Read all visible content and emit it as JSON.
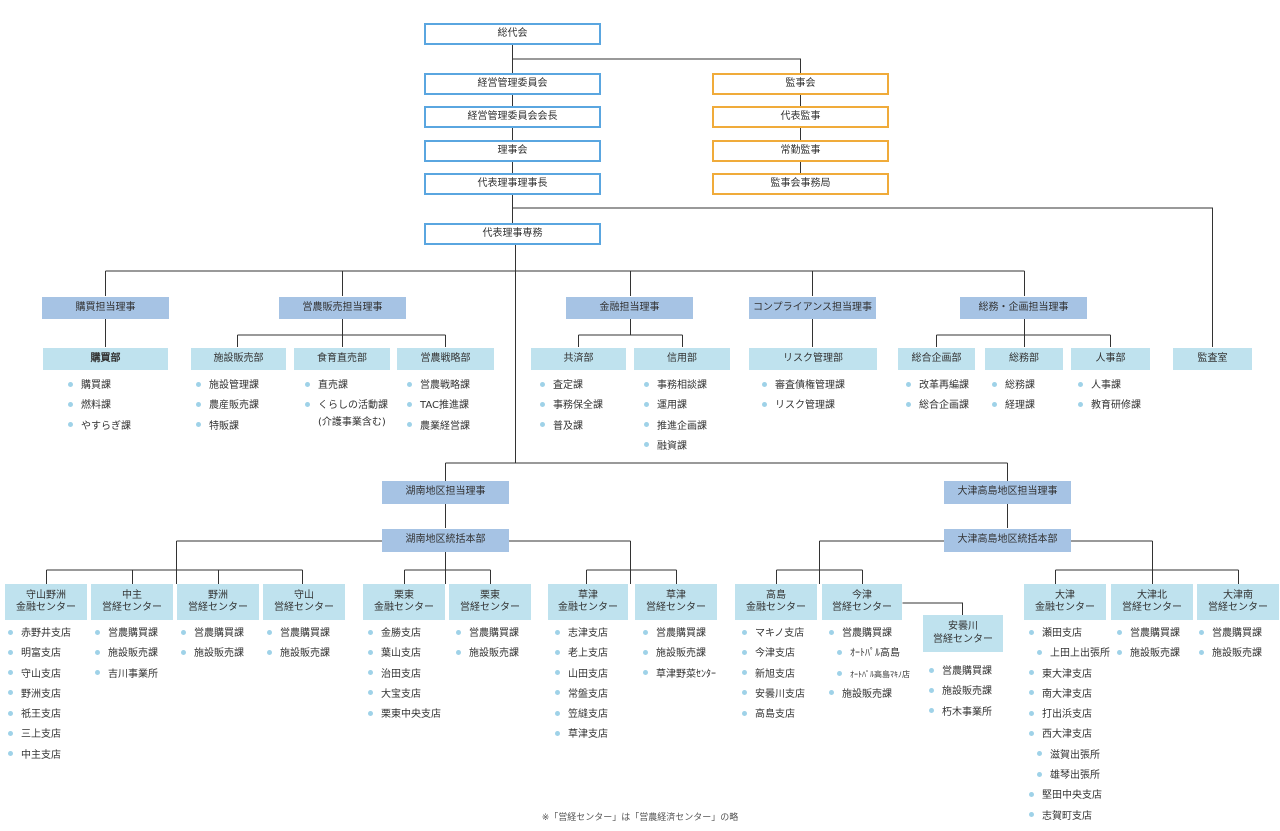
{
  "top": {
    "sodaikai": "総代会",
    "keiei_iinkai": "経営管理委員会",
    "keiei_kaicho": "経営管理委員会会長",
    "rijikai": "理事会",
    "daihyo_rijicho": "代表理事理事長",
    "daihyo_senmu": "代表理事専務"
  },
  "audit": {
    "kanjikai": "監事会",
    "daihyo_kanji": "代表監事",
    "jokin_kanji": "常勤監事",
    "jimukyoku": "監事会事務局"
  },
  "directors": {
    "kobai": "購買担当理事",
    "einou": "営農販売担当理事",
    "kinyu": "金融担当理事",
    "compliance": "コンプライアンス担当理事",
    "somu": "総務・企画担当理事",
    "konan": "湖南地区担当理事",
    "otsu": "大津高島地区担当理事",
    "konan_hq": "湖南地区統括本部",
    "otsu_hq": "大津高島地区統括本部"
  },
  "depts": [
    {
      "label": "購買部",
      "items": [
        {
          "text": "購買課"
        },
        {
          "text": "燃料課"
        },
        {
          "text": "やすらぎ課"
        }
      ]
    },
    {
      "label": "施設販売部",
      "items": [
        {
          "text": "施設管理課"
        },
        {
          "text": "農産販売課"
        },
        {
          "text": "特販課"
        }
      ]
    },
    {
      "label": "食育直売部",
      "items": [
        {
          "text": "直売課"
        },
        {
          "text": "くらしの活動課"
        },
        {
          "text": "(介護事業含む)",
          "cont": true
        }
      ]
    },
    {
      "label": "営農戦略部",
      "items": [
        {
          "text": "営農戦略課"
        },
        {
          "text": "TAC推進課"
        },
        {
          "text": "農業経営課"
        }
      ]
    },
    {
      "label": "共済部",
      "items": [
        {
          "text": "査定課"
        },
        {
          "text": "事務保全課"
        },
        {
          "text": "普及課"
        }
      ]
    },
    {
      "label": "信用部",
      "items": [
        {
          "text": "事務相談課"
        },
        {
          "text": "運用課"
        },
        {
          "text": "推進企画課"
        },
        {
          "text": "融資課"
        }
      ]
    },
    {
      "label": "リスク管理部",
      "items": [
        {
          "text": "審査債権管理課"
        },
        {
          "text": "リスク管理課"
        }
      ]
    },
    {
      "label": "総合企画部",
      "items": [
        {
          "text": "改革再編課"
        },
        {
          "text": "総合企画課"
        }
      ]
    },
    {
      "label": "総務部",
      "items": [
        {
          "text": "総務課"
        },
        {
          "text": "経理課"
        }
      ]
    },
    {
      "label": "人事部",
      "items": [
        {
          "text": "人事課"
        },
        {
          "text": "教育研修課"
        }
      ]
    },
    {
      "label": "監査室",
      "items": []
    }
  ],
  "centers": [
    {
      "label": "守山野洲\n金融センター",
      "items": [
        {
          "text": "赤野井支店"
        },
        {
          "text": "明富支店"
        },
        {
          "text": "守山支店"
        },
        {
          "text": "野洲支店"
        },
        {
          "text": "祇王支店"
        },
        {
          "text": "三上支店"
        },
        {
          "text": "中主支店"
        }
      ]
    },
    {
      "label": "中主\n営経センター",
      "items": [
        {
          "text": "営農購買課"
        },
        {
          "text": "施設販売課"
        },
        {
          "text": "吉川事業所"
        }
      ]
    },
    {
      "label": "野洲\n営経センター",
      "items": [
        {
          "text": "営農購買課"
        },
        {
          "text": "施設販売課"
        }
      ]
    },
    {
      "label": "守山\n営経センター",
      "items": [
        {
          "text": "営農購買課"
        },
        {
          "text": "施設販売課"
        }
      ]
    },
    {
      "label": "栗東\n金融センター",
      "items": [
        {
          "text": "金勝支店"
        },
        {
          "text": "葉山支店"
        },
        {
          "text": "治田支店"
        },
        {
          "text": "大宝支店"
        },
        {
          "text": "栗東中央支店"
        }
      ]
    },
    {
      "label": "栗東\n営経センター",
      "items": [
        {
          "text": "営農購買課"
        },
        {
          "text": "施設販売課"
        }
      ]
    },
    {
      "label": "草津\n金融センター",
      "items": [
        {
          "text": "志津支店"
        },
        {
          "text": "老上支店"
        },
        {
          "text": "山田支店"
        },
        {
          "text": "常盤支店"
        },
        {
          "text": "笠縫支店"
        },
        {
          "text": "草津支店"
        }
      ]
    },
    {
      "label": "草津\n営経センター",
      "items": [
        {
          "text": "営農購買課"
        },
        {
          "text": "施設販売課"
        },
        {
          "text": "草津野菜ｾﾝﾀｰ"
        }
      ]
    },
    {
      "label": "高島\n金融センター",
      "items": [
        {
          "text": "マキノ支店"
        },
        {
          "text": "今津支店"
        },
        {
          "text": "新旭支店"
        },
        {
          "text": "安曇川支店"
        },
        {
          "text": "高島支店"
        }
      ]
    },
    {
      "label": "今津\n営経センター",
      "items": [
        {
          "text": "営農購買課"
        },
        {
          "text": "ｵｰﾄﾊﾟﾙ高島",
          "sub": true
        },
        {
          "text": "ｵｰﾄﾊﾟﾙ高島ﾏｷﾉ店",
          "sub": true,
          "tiny": true
        },
        {
          "text": "施設販売課"
        }
      ]
    },
    {
      "label": "安曇川\n営経センター",
      "items": [
        {
          "text": "営農購買課"
        },
        {
          "text": "施設販売課"
        },
        {
          "text": "朽木事業所"
        }
      ]
    },
    {
      "label": "大津\n金融センター",
      "items": [
        {
          "text": "瀬田支店"
        },
        {
          "text": "上田上出張所",
          "sub": true
        },
        {
          "text": "東大津支店"
        },
        {
          "text": "南大津支店"
        },
        {
          "text": "打出浜支店"
        },
        {
          "text": "西大津支店"
        },
        {
          "text": "滋賀出張所",
          "sub": true
        },
        {
          "text": "雄琴出張所",
          "sub": true
        },
        {
          "text": "堅田中央支店"
        },
        {
          "text": "志賀町支店"
        }
      ]
    },
    {
      "label": "大津北\n営経センター",
      "items": [
        {
          "text": "営農購買課"
        },
        {
          "text": "施設販売課"
        }
      ]
    },
    {
      "label": "大津南\n営経センター",
      "items": [
        {
          "text": "営農購買課"
        },
        {
          "text": "施設販売課"
        }
      ]
    }
  ],
  "note": "※「営経センター」は「営農経済センター」の略",
  "colors": {
    "line": "#333333",
    "top_border": "#5aa6e0",
    "audit_border": "#f0ab3a",
    "director_fill": "#a6c3e4",
    "dept_fill": "#bfe2ee",
    "bullet": "#9fd2e8"
  }
}
